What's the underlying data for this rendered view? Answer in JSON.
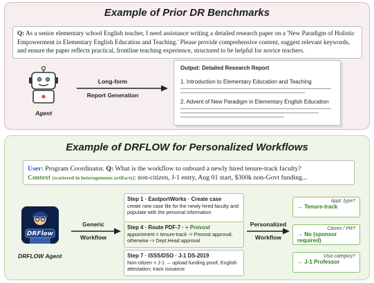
{
  "panel1": {
    "title": "Example of Prior DR Benchmarks",
    "query_prefix": "Q:",
    "query_text": " As a senior elementary school English teacher, I need assistance writing a detailed research paper on a 'New Paradigm of Holistic Empowerment in Elementary English Education and Teaching.' Please provide comprehensive content, suggest relevant keywords, and ensure the paper reflects practical, frontline teaching experience, structured to be helpful for novice teachers.",
    "agent_label": "Agent",
    "arrow_label_1": "Long-form",
    "arrow_label_2": "Report Generation",
    "report": {
      "title": "Output: Detailed Research Report",
      "items": [
        "1. Introduction to Elementary Education and Teaching",
        "2. Advent of New Paradigm in Elementary English Education"
      ]
    }
  },
  "panel2": {
    "title": "Example of DRFLOW for Personalized Workflows",
    "user_label": "User:",
    "user_text": " Program Coordinator. ",
    "q_label": "Q:",
    "q_text": " What is the workflow to onboard a newly hired tenure-track faculty?",
    "context_label": "Context",
    "context_note": "(scattered in heterogeneous artifacts)",
    "context_text": ": non-citizen, J-1 entry, Aug 01 start, $300k non-Govt funding...",
    "agent_label": "DRFLOW Agent",
    "generic_label_1": "Generic",
    "generic_label_2": "Workflow",
    "personalized_label_1": "Personalized",
    "personalized_label_2": "Workflow",
    "steps": [
      {
        "head": "Step 1 · EastportWorks · Create case",
        "body": "create new case file for the newly hired faculty and populate with the personal information"
      },
      {
        "head_a": "Step 4 · Route PDF-7 · ",
        "head_b": "+ Provost",
        "body": "appointment = tenure-track -> Provost approval, otherwise -> Dept.Head approval"
      },
      {
        "head": "Step 7 · ISSS/DSO · J-1 DS-2019",
        "body": "Non-citizen + J-1 → upload funding proof, English attestation; track issuance"
      }
    ],
    "answers": [
      {
        "q": "Appt. type?",
        "a": "→ Tenure-track"
      },
      {
        "q": "Citizen / PR?",
        "a": "→ No (sponsor required)"
      },
      {
        "q": "Visa category?",
        "a": "→ J-1 Professor"
      }
    ]
  },
  "colors": {
    "panel1_bg": "#f7efef",
    "panel2_bg": "#eff5e8",
    "user_blue": "#2b55c7",
    "context_green": "#4a8a2a",
    "answer_green": "#2f7d1e"
  },
  "icons": [
    "robot-icon",
    "drflow-logo",
    "arrow-right-icon"
  ]
}
